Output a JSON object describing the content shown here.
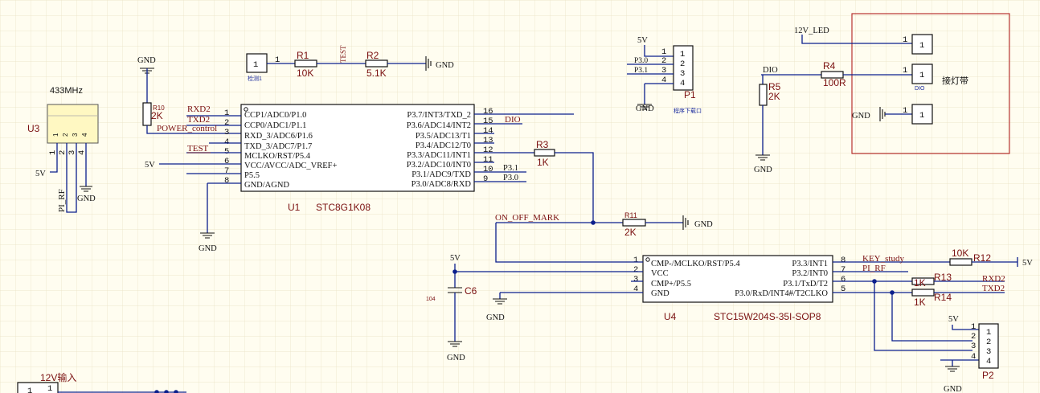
{
  "u3": {
    "ref": "U3",
    "title": "433MHz",
    "pins": [
      "1",
      "2",
      "3",
      "4"
    ],
    "gnd": "GND",
    "vcc": "5V",
    "net": "PI_RF"
  },
  "u1": {
    "ref": "U1",
    "part": "STC8G1K08",
    "left": [
      {
        "num": "1",
        "name": "CCP1/ADC0/P1.0",
        "net": "RXD2"
      },
      {
        "num": "2",
        "name": "CCP0/ADC1/P1.1",
        "net": "TXD2"
      },
      {
        "num": "3",
        "name": "RXD_3/ADC6/P1.6",
        "net": "POWER_control"
      },
      {
        "num": "4",
        "name": "TXD_3/ADC7/P1.7",
        "net": ""
      },
      {
        "num": "5",
        "name": "MCLKO/RST/P5.4",
        "net": "TEST"
      },
      {
        "num": "6",
        "name": "VCC/AVCC/ADC_VREF+",
        "net": "5V"
      },
      {
        "num": "7",
        "name": "P5.5",
        "net": ""
      },
      {
        "num": "8",
        "name": "GND/AGND",
        "net": "GND"
      }
    ],
    "right": [
      {
        "num": "16",
        "name": "P3.7/INT3/TXD_2",
        "net": ""
      },
      {
        "num": "15",
        "name": "P3.6/ADC14/INT2",
        "net": "DIO"
      },
      {
        "num": "14",
        "name": "P3.5/ADC13/T1",
        "net": ""
      },
      {
        "num": "13",
        "name": "P3.4/ADC12/T0",
        "net": ""
      },
      {
        "num": "12",
        "name": "P3.3/ADC11/INT1",
        "net": ""
      },
      {
        "num": "11",
        "name": "P3.2/ADC10/INT0",
        "net": ""
      },
      {
        "num": "10",
        "name": "P3.1/ADC9/TXD",
        "net": "P3.1"
      },
      {
        "num": "9",
        "name": "P3.0/ADC8/RXD",
        "net": "P3.0"
      }
    ]
  },
  "r10": {
    "ref": "R10",
    "value": "2K"
  },
  "gnd": "GND",
  "test": {
    "pad_label": "检测1",
    "pin": "1",
    "net": "TEST",
    "r1": {
      "ref": "R1",
      "value": "10K"
    },
    "r2": {
      "ref": "R2",
      "value": "5.1K"
    }
  },
  "p1": {
    "ref": "P1",
    "label": "程序下载口",
    "vcc": "5V",
    "nets": [
      "P3.0",
      "P3.1"
    ],
    "pins": [
      "1",
      "2",
      "3",
      "4"
    ]
  },
  "led": {
    "vcc": "12V_LED",
    "net": "DIO",
    "label": "接灯带",
    "dio_label": "DIO",
    "r4": {
      "ref": "R4",
      "value": "100R"
    },
    "r5": {
      "ref": "R5",
      "value": "2K"
    },
    "pin": "1"
  },
  "r3": {
    "ref": "R3",
    "value": "1K"
  },
  "r11": {
    "ref": "R11",
    "value": "2K"
  },
  "onoff": "ON_OFF_MARK",
  "u4": {
    "ref": "U4",
    "part": "STC15W204S-35I-SOP8",
    "left": [
      {
        "num": "1",
        "name": "CMP-/MCLKO/RST/P5.4"
      },
      {
        "num": "2",
        "name": "VCC"
      },
      {
        "num": "3",
        "name": "CMP+/P5.5"
      },
      {
        "num": "4",
        "name": "GND"
      }
    ],
    "right": [
      {
        "num": "8",
        "name": "P3.3/INT1",
        "net": "KEY_study"
      },
      {
        "num": "7",
        "name": "P3.2/INT0",
        "net": "PI_RF"
      },
      {
        "num": "6",
        "name": "P3.1/TxD/T2",
        "net": "RXD2"
      },
      {
        "num": "5",
        "name": "P3.0/RxD/INT4#/T2CLKO",
        "net": "TXD2"
      }
    ]
  },
  "c6": {
    "ref": "C6",
    "value": "104",
    "vcc": "5V"
  },
  "r12": {
    "ref": "R12",
    "value": "10K",
    "vcc": "5V"
  },
  "r13": {
    "ref": "R13",
    "value": "1K"
  },
  "r14": {
    "ref": "R14",
    "value": "1K"
  },
  "p2": {
    "ref": "P2",
    "vcc": "5V",
    "pins": [
      "1",
      "2",
      "3",
      "4"
    ]
  },
  "input": {
    "label": "12V输入",
    "pin": "1"
  }
}
